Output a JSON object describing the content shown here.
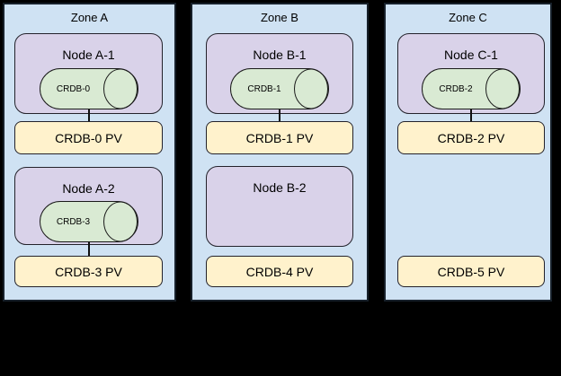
{
  "palette": {
    "background": "#000000",
    "zone_fill": "#cfe2f3",
    "node_fill": "#d9d2e9",
    "cylinder_fill": "#d9ead3",
    "pv_fill": "#fff2cc",
    "border": "#000000"
  },
  "zones": [
    {
      "title": "Zone A",
      "nodes": [
        {
          "label": "Node A-1",
          "cylinder": "CRDB-0",
          "connected_pv": "CRDB-0 PV"
        },
        {
          "label": "Node A-2",
          "cylinder": "CRDB-3",
          "connected_pv": "CRDB-3 PV"
        }
      ],
      "pvs": [
        "CRDB-0 PV",
        "CRDB-3 PV"
      ]
    },
    {
      "title": "Zone B",
      "nodes": [
        {
          "label": "Node B-1",
          "cylinder": "CRDB-1",
          "connected_pv": "CRDB-1 PV"
        },
        {
          "label": "Node B-2",
          "cylinder": null,
          "connected_pv": null
        }
      ],
      "pvs": [
        "CRDB-1 PV",
        "CRDB-4 PV"
      ]
    },
    {
      "title": "Zone C",
      "nodes": [
        {
          "label": "Node C-1",
          "cylinder": "CRDB-2",
          "connected_pv": "CRDB-2 PV"
        }
      ],
      "pvs": [
        "CRDB-2 PV",
        "CRDB-5 PV"
      ]
    }
  ]
}
